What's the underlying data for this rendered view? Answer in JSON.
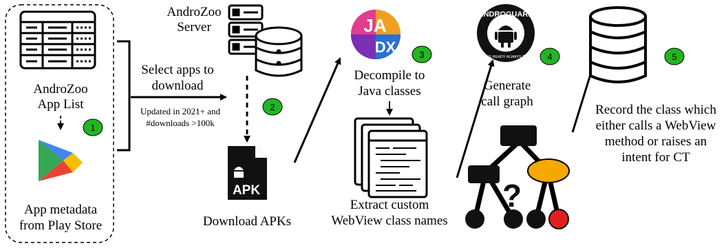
{
  "labels": {
    "server_line1": "AndroZoo",
    "server_line2": "Server",
    "applist_line1": "AndroZoo",
    "applist_line2": "App List",
    "metadata_line1": "App metadata",
    "metadata_line2": "from Play Store",
    "select_line1": "Select apps to",
    "select_line2": "download",
    "criteria_line1": "Updated in 2021+ and",
    "criteria_line2": "#downloads >100k",
    "download": "Download APKs",
    "apk_badge": "APK",
    "decompile_line1": "Decompile to",
    "decompile_line2": "Java classes",
    "extract_line1": "Extract custom",
    "extract_line2": "WebView class names",
    "graph_line1": "Generate",
    "graph_line2": "call graph",
    "record_line1": "Record the class which",
    "record_line2": "either calls a WebView",
    "record_line3": "method or raises an",
    "record_line4": "intent for CT",
    "jadx_logo_top": "JA",
    "jadx_logo_bottom": "DX",
    "androguard_logo_top": "ANDROGUARD",
    "androguard_logo_bottom": "ALWAYS READY ALWAYS THERE",
    "question_mark": "?"
  },
  "steps": [
    "1",
    "2",
    "3",
    "4",
    "5"
  ],
  "colors": {
    "step_badge": "#22b522",
    "decision_node": "#f5a800",
    "leaf_node": "#e02020",
    "line": "#000000"
  }
}
